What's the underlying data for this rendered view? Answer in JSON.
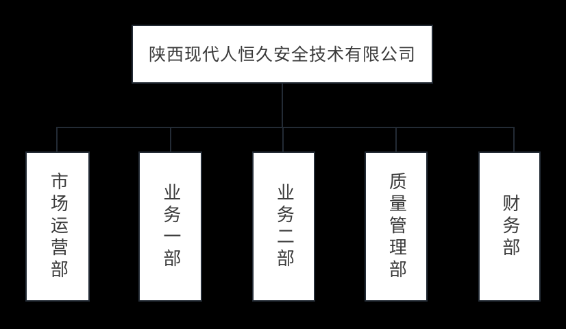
{
  "chart": {
    "type": "org-chart",
    "title": "",
    "background_color": "#000000",
    "node_fill_color": "#FFFFFF",
    "node_border_color": "#232B35",
    "text_color": "#3A3A3A",
    "connector_color": "#232B35",
    "orientation": "top-down",
    "levels": 2,
    "root": {
      "label": "陕西现代人恒久安全技术有限公司",
      "text_direction": "horizontal"
    },
    "children": [
      {
        "label": "市场运营部",
        "text_direction": "vertical"
      },
      {
        "label": "业务一部",
        "text_direction": "vertical"
      },
      {
        "label": "业务二部",
        "text_direction": "vertical"
      },
      {
        "label": "质量管理部",
        "text_direction": "vertical"
      },
      {
        "label": "财务部",
        "text_direction": "vertical"
      }
    ]
  }
}
